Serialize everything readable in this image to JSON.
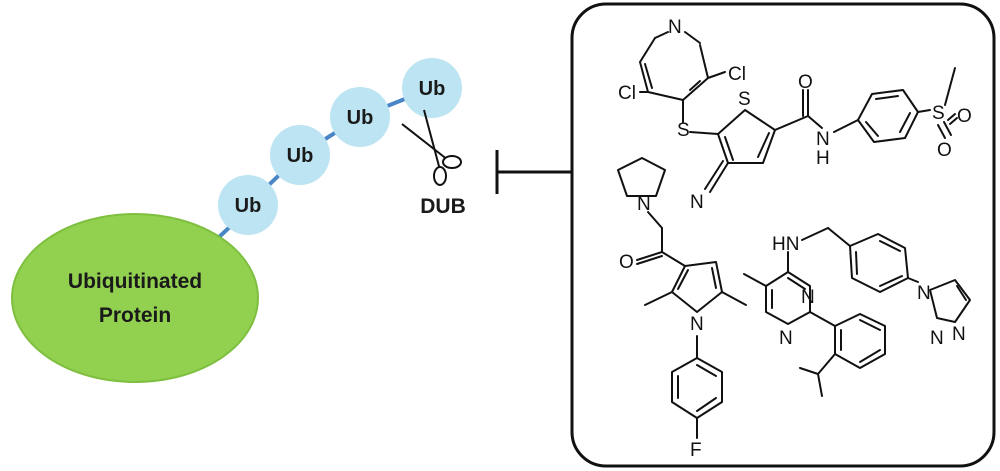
{
  "protein_label": {
    "line1": "Ubiquitinated",
    "line2": "Protein"
  },
  "ub_label": "Ub",
  "dub_label": "DUB",
  "atoms": {
    "N": "N",
    "Cl": "Cl",
    "S": "S",
    "O": "O",
    "NH": "N",
    "H": "H",
    "F": "F",
    "HN": "HN"
  },
  "colors": {
    "protein_fill": "#92d050",
    "protein_stroke": "#7fbf3f",
    "ub_fill": "#bde4f2",
    "chain": "#4a86c5",
    "box_stroke": "#111111"
  },
  "icons": [
    "scissors-icon",
    "inhibition-arrow-icon"
  ]
}
